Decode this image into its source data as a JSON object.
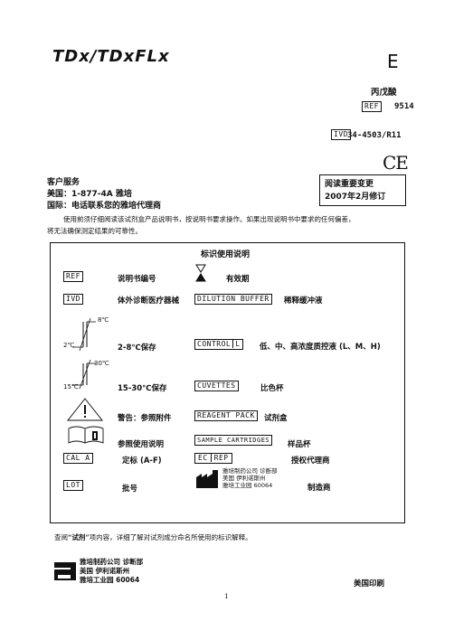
{
  "header": {
    "logo_text": "TDx/TDxFLx",
    "language_letter": "E",
    "product_name": "丙戊酸",
    "ref_symbol": "REF",
    "ref_number": "9514",
    "ivd_symbol": "IVD",
    "ivd_number": "34-4503/R11",
    "ce_mark": "CE"
  },
  "notice": {
    "line1": "阅读重要变更",
    "line2": "2007年2月修订"
  },
  "customer_service": {
    "title": "客户服务",
    "usa": "美国：1-877-4A 雅培",
    "intl": "国际：电话联系您的雅培代理商"
  },
  "intro": {
    "line1": "使用前须仔细阅读该试剂盒产品说明书，按说明书要求操作。如果出现说明书中要求的任何偏差，",
    "line2": "将无法确保测定结果的可靠性。"
  },
  "symbols_table": {
    "title": "标识使用说明",
    "rows": {
      "ref": {
        "symbol": "REF",
        "label": "说明书编号"
      },
      "expiry": {
        "label": "有效期"
      },
      "ivd": {
        "symbol": "IVD",
        "label": "体外诊断医疗器械"
      },
      "dilution": {
        "symbol": "DILUTION BUFFER",
        "label": "稀释缓冲液"
      },
      "store_2_8": {
        "label": "2-8℃保存",
        "high": "8℃",
        "low": "2℃"
      },
      "control": {
        "symbol": "CONTROL",
        "symbol_suffix": "L",
        "label": "低、中、高浓度质控液 (L、M、H)"
      },
      "store_15_30": {
        "label": "15-30℃保存",
        "high": "30℃",
        "low": "15℃"
      },
      "cuvettes": {
        "symbol": "CUVETTES",
        "label": "比色杯"
      },
      "warning": {
        "label": "警告：参照附件"
      },
      "reagent": {
        "symbol": "REAGENT PACK",
        "label": "试剂盒"
      },
      "consult": {
        "label": "参照使用说明"
      },
      "sample": {
        "symbol": "SAMPLE CARTRIDGES",
        "label": "样品杯"
      },
      "calib": {
        "symbol": "CAL A",
        "label": "定标 (A-F)"
      },
      "ecrep": {
        "symbol_a": "EC",
        "symbol_b": "REP",
        "label": "授权代理商"
      },
      "lot": {
        "symbol": "LOT",
        "label": "批号"
      },
      "manufacturer": {
        "addr1": "雅培制药公司 诊断部",
        "addr2": "美国 伊利诺斯州",
        "addr3": "雅培工业园 60064",
        "label": "制造商"
      }
    }
  },
  "footer_note": {
    "pre": "查阅",
    "emph": "“试剂”",
    "post": "项内容，详细了解对试剂成分命名所使用的标识解释。"
  },
  "footer": {
    "company1": "雅培制药公司 诊断部",
    "company2": "美国 伊利诺斯州",
    "company3": "雅培工业园 60064",
    "printed": "美国印刷",
    "page_number": "1"
  }
}
